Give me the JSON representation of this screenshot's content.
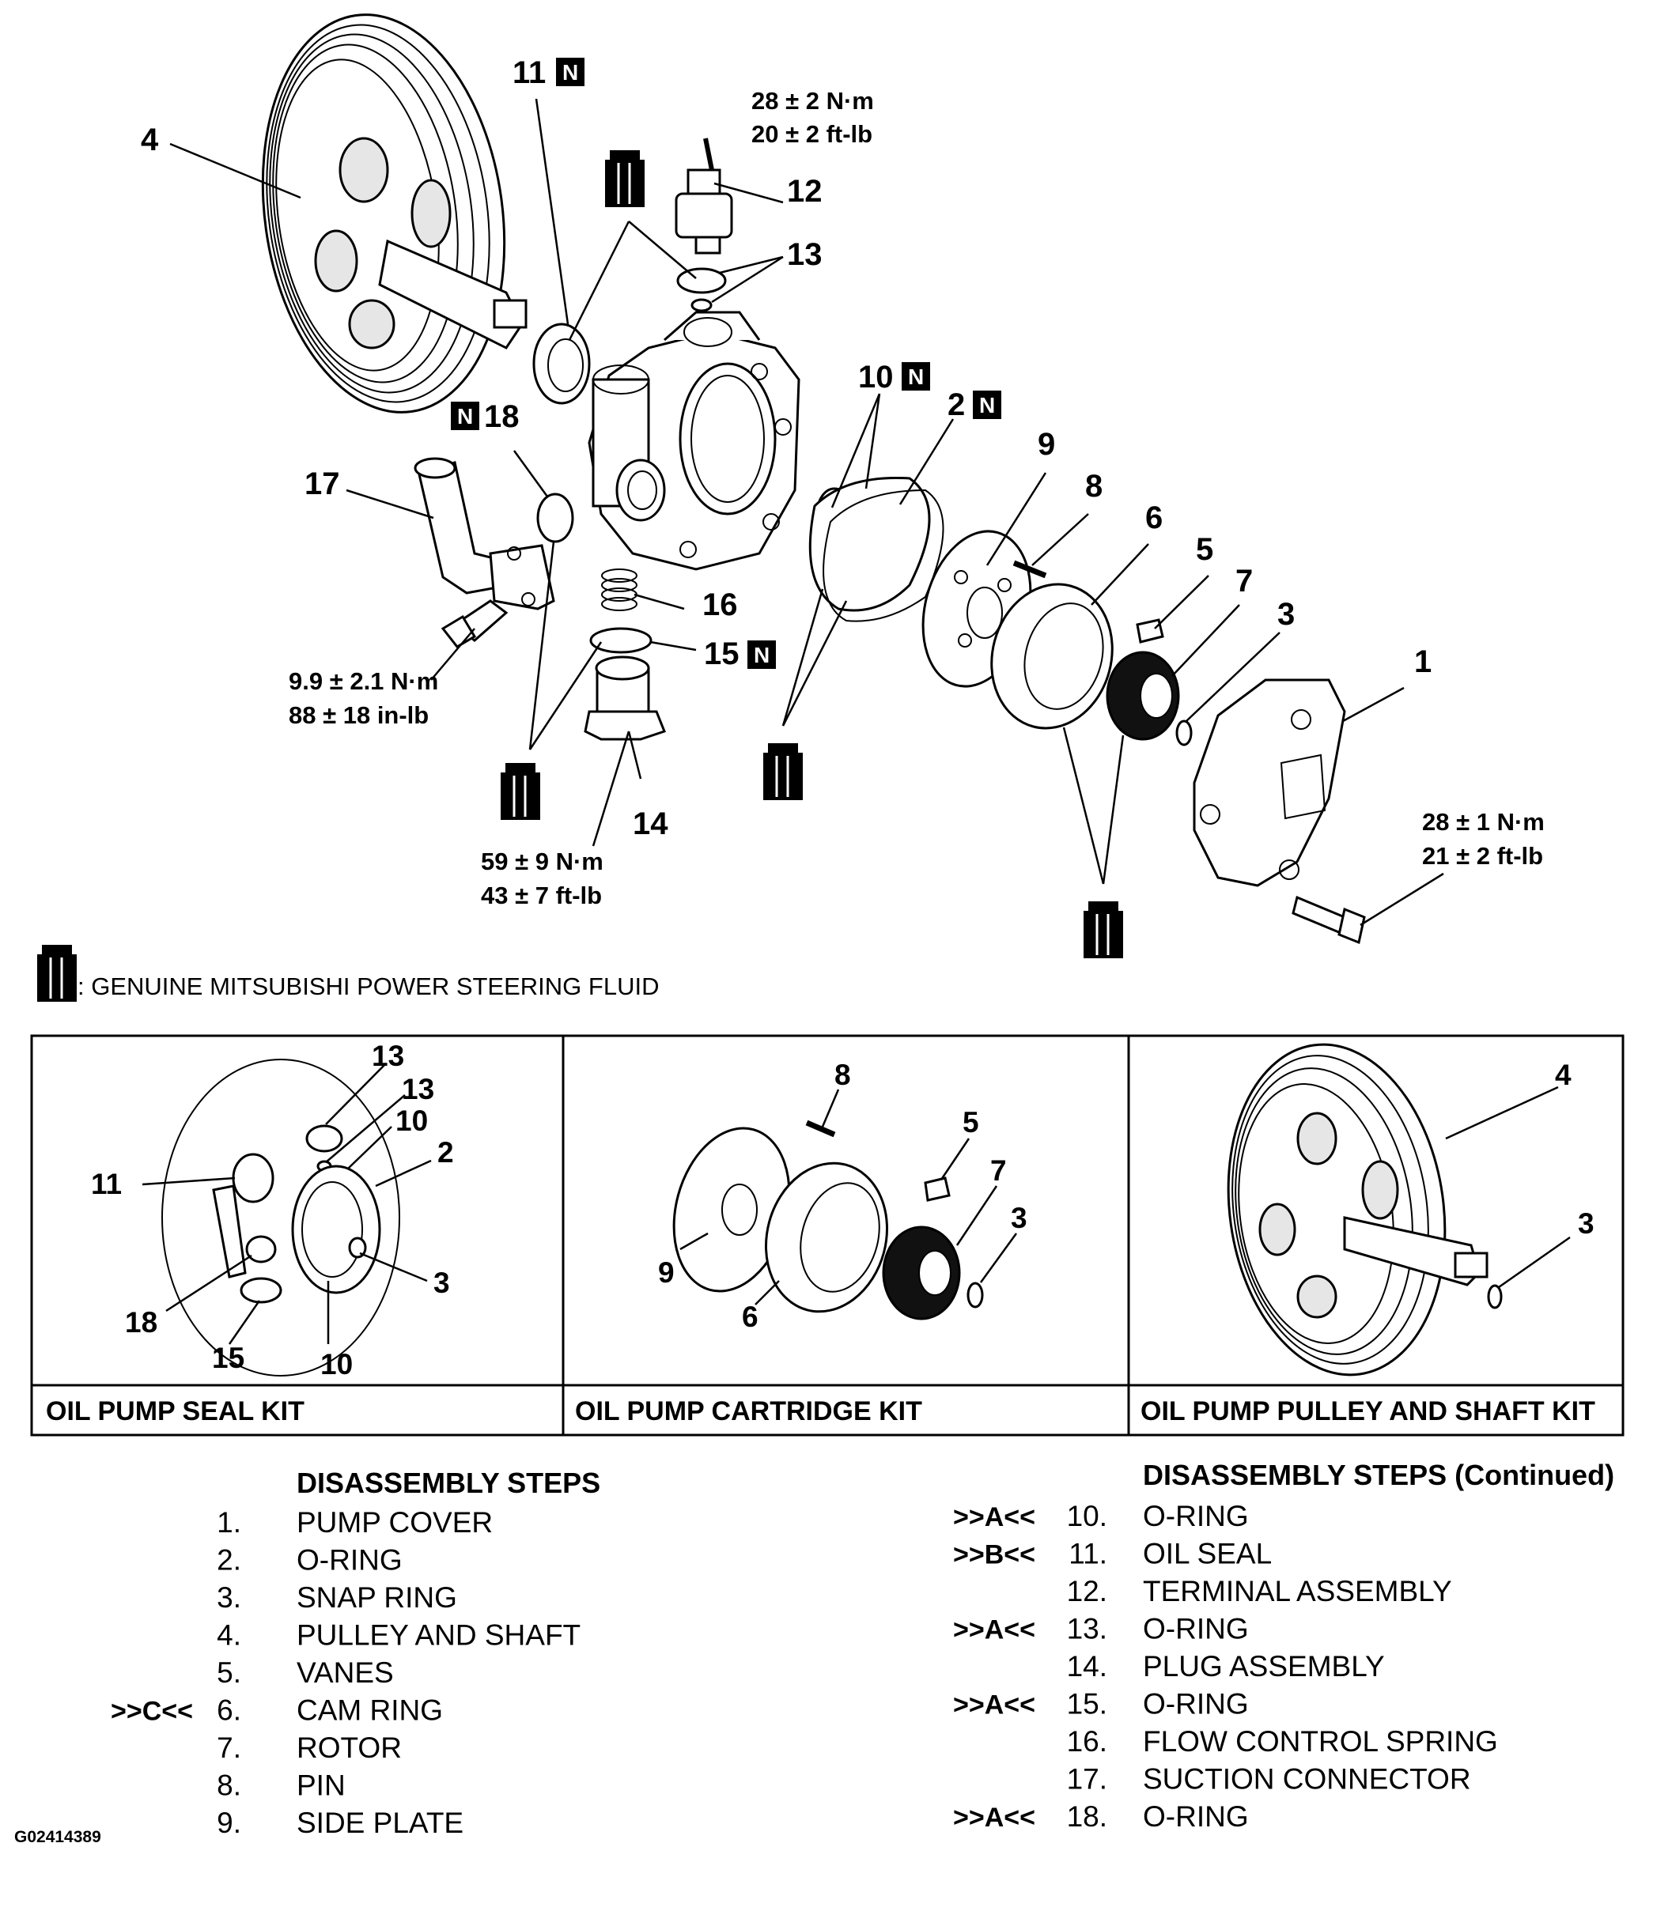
{
  "callouts": {
    "c4": "4",
    "c11": "11",
    "c12": "12",
    "c13": "13",
    "c10": "10",
    "c2": "2",
    "c9": "9",
    "c8": "8",
    "c6": "6",
    "c5": "5",
    "c7": "7",
    "c3": "3",
    "c1": "1",
    "c18": "18",
    "c17": "17",
    "c16": "16",
    "c15": "15",
    "c14": "14"
  },
  "new_part_badge": "N",
  "torque_specs": {
    "terminal_nm": "28 ± 2 N·m",
    "terminal_ft": "20 ± 2 ft-lb",
    "fitting_nm": "9.9 ± 2.1 N·m",
    "fitting_in": "88 ± 18 in-lb",
    "plug_nm": "59 ± 9 N·m",
    "plug_ft": "43 ± 7 ft-lb",
    "cover_nm": "28 ± 1 N·m",
    "cover_ft": "21 ± 2 ft-lb"
  },
  "legend_text": ": GENUINE MITSUBISHI POWER STEERING FLUID",
  "kits": {
    "seal": {
      "name": "OIL PUMP SEAL KIT",
      "labels": {
        "a13": "13",
        "b13": "13",
        "a10": "10",
        "a2": "2",
        "a11": "11",
        "a3": "3",
        "a18": "18",
        "a15": "15",
        "b10": "10"
      }
    },
    "cartridge": {
      "name": "OIL PUMP CARTRIDGE KIT",
      "labels": {
        "a8": "8",
        "a5": "5",
        "a7": "7",
        "a3": "3",
        "a9": "9",
        "a6": "6"
      }
    },
    "pulley": {
      "name": "OIL PUMP PULLEY AND SHAFT KIT",
      "labels": {
        "a4": "4",
        "a3": "3"
      }
    }
  },
  "steps_left": {
    "heading": "DISASSEMBLY STEPS",
    "items": [
      {
        "ref": "",
        "num": "1.",
        "text": "PUMP COVER"
      },
      {
        "ref": "",
        "num": "2.",
        "text": "O-RING"
      },
      {
        "ref": "",
        "num": "3.",
        "text": "SNAP RING"
      },
      {
        "ref": "",
        "num": "4.",
        "text": "PULLEY AND SHAFT"
      },
      {
        "ref": "",
        "num": "5.",
        "text": "VANES"
      },
      {
        "ref": ">>C<<",
        "num": "6.",
        "text": "CAM RING"
      },
      {
        "ref": "",
        "num": "7.",
        "text": "ROTOR"
      },
      {
        "ref": "",
        "num": "8.",
        "text": "PIN"
      },
      {
        "ref": "",
        "num": "9.",
        "text": "SIDE PLATE"
      }
    ]
  },
  "steps_right": {
    "heading": "DISASSEMBLY STEPS (Continued)",
    "items": [
      {
        "ref": ">>A<<",
        "num": "10.",
        "text": "O-RING"
      },
      {
        "ref": ">>B<<",
        "num": "11.",
        "text": "OIL SEAL"
      },
      {
        "ref": "",
        "num": "12.",
        "text": "TERMINAL ASSEMBLY"
      },
      {
        "ref": ">>A<<",
        "num": "13.",
        "text": "O-RING"
      },
      {
        "ref": "",
        "num": "14.",
        "text": "PLUG ASSEMBLY"
      },
      {
        "ref": ">>A<<",
        "num": "15.",
        "text": "O-RING"
      },
      {
        "ref": "",
        "num": "16.",
        "text": "FLOW CONTROL SPRING"
      },
      {
        "ref": "",
        "num": "17.",
        "text": "SUCTION CONNECTOR"
      },
      {
        "ref": ">>A<<",
        "num": "18.",
        "text": "O-RING"
      }
    ]
  },
  "figure_id": "G02414389"
}
